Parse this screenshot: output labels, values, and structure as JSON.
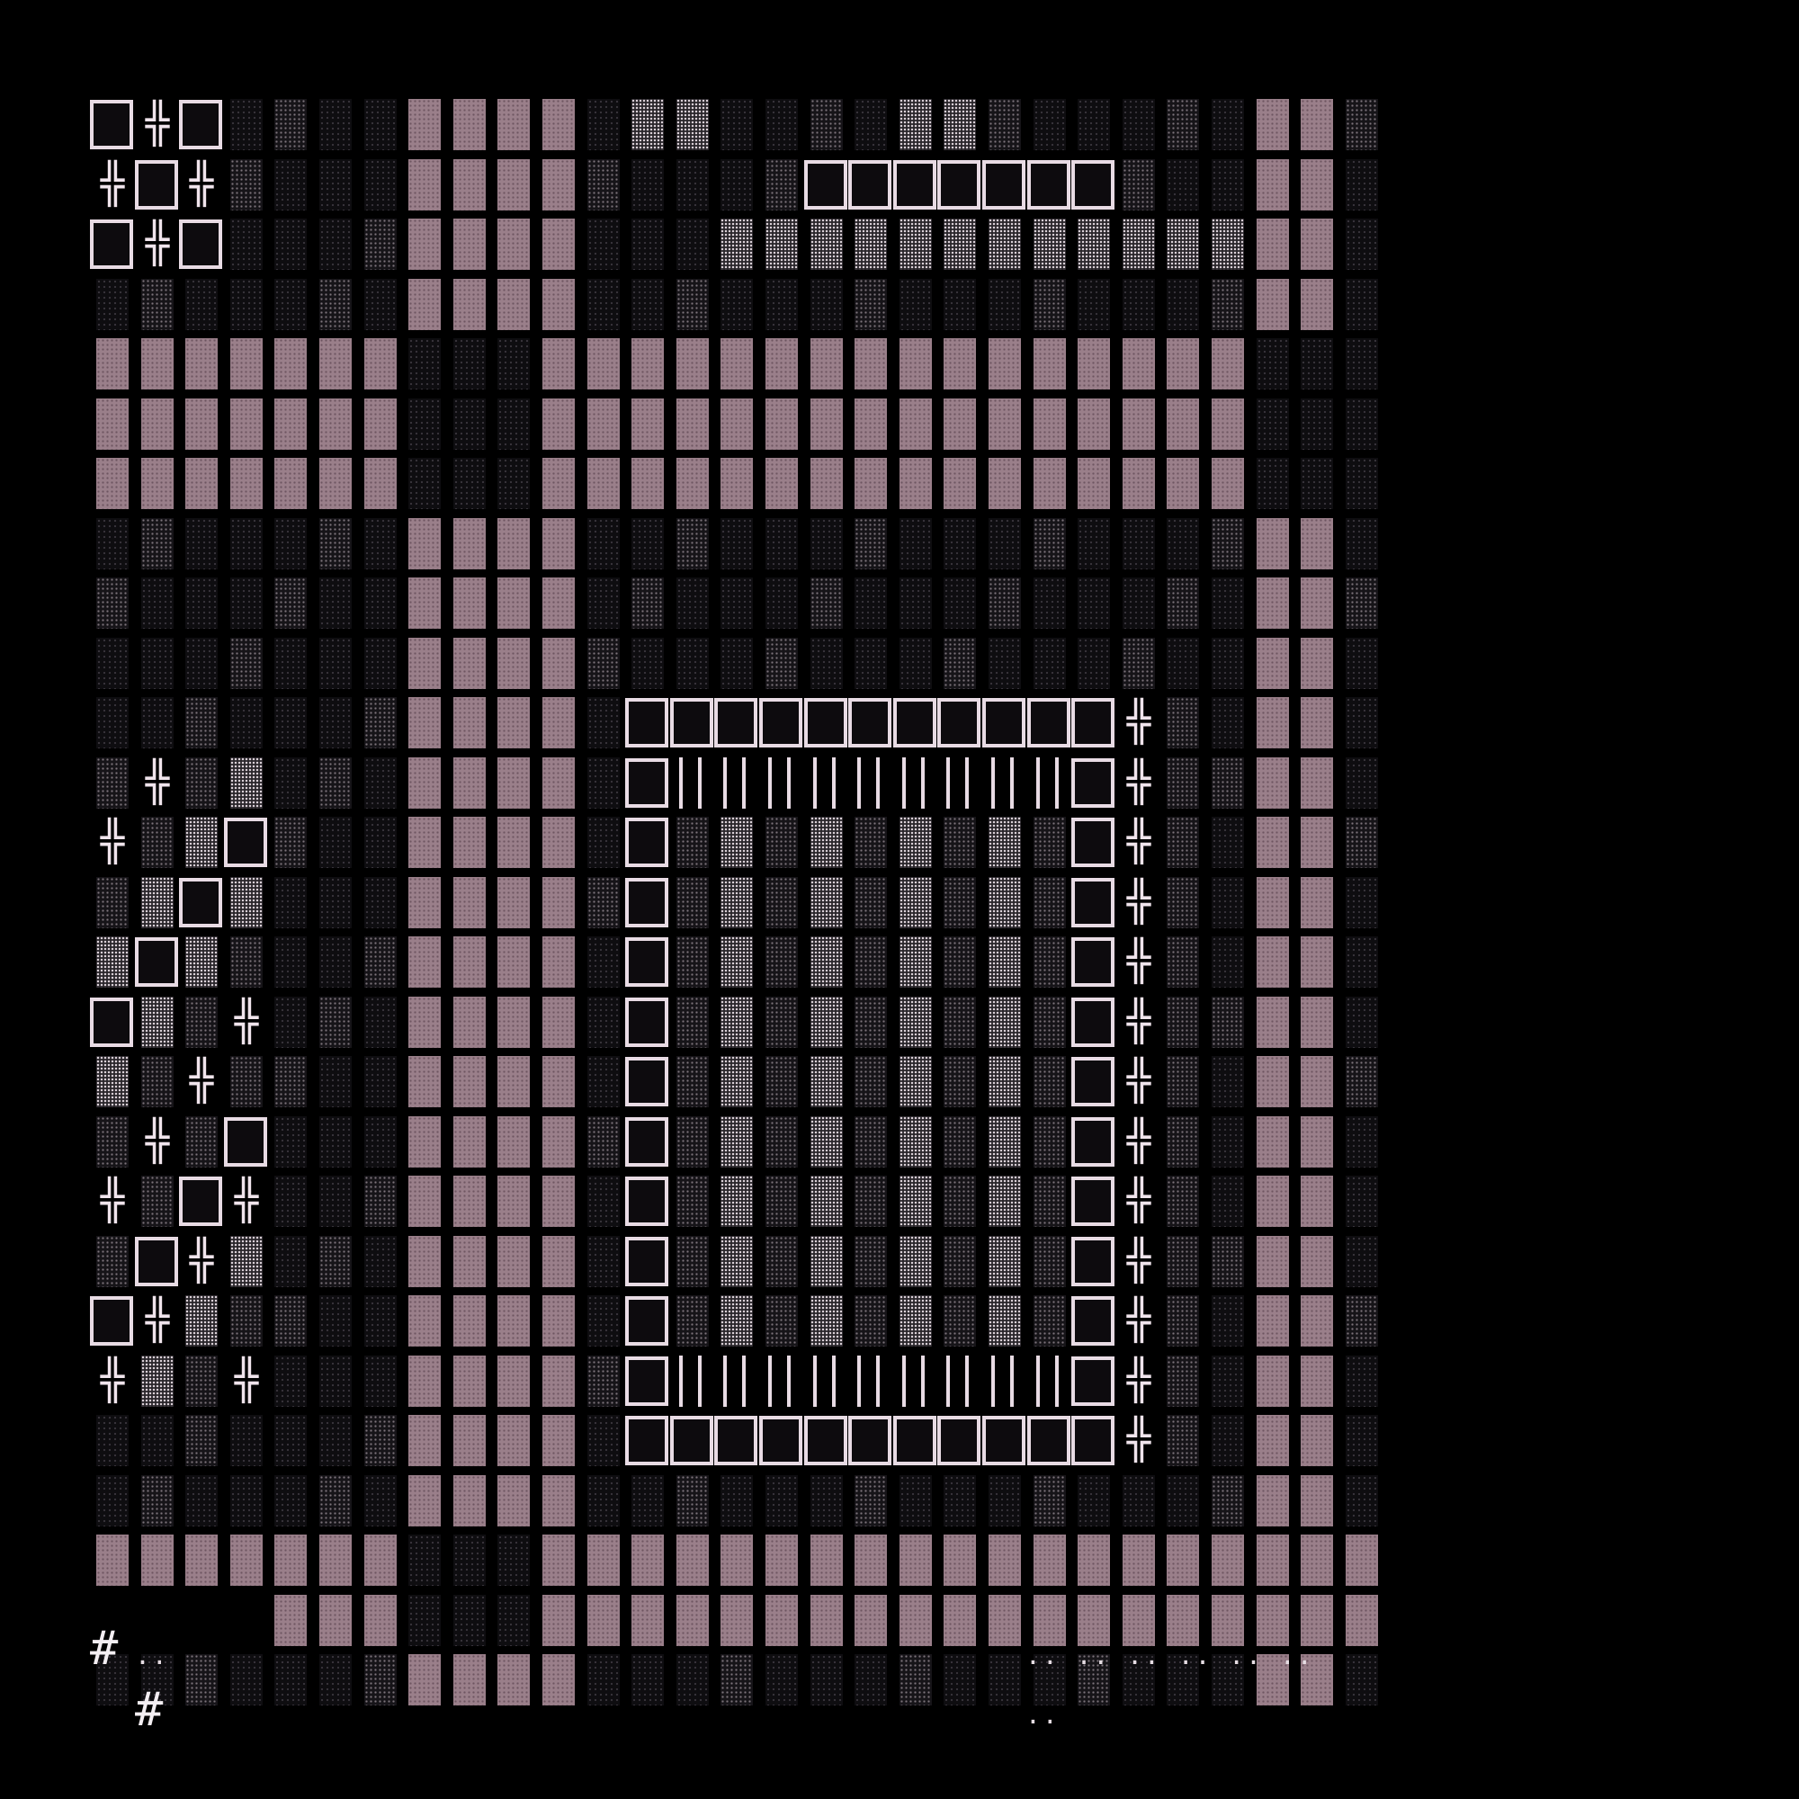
{
  "game": {
    "title": "",
    "tiles": {
      "solid_wall": "solid-wall",
      "light_shade": "light-shade-floor",
      "medium_shade": "medium-shade-floor",
      "dark_shade": "dark-shade-floor",
      "box_wall": "box-wall",
      "cross_junction": "cross-junction-icon",
      "double_bar": "double-bar-wall"
    },
    "colors": {
      "background": "#000000",
      "wall": "#9a7f8a",
      "outline": "#e8dbe4",
      "text": "#f3eef2"
    },
    "glyphs": {
      "cross": "╬",
      "hash_top": "#",
      "hash_bottom": "#",
      "dots_left": "..",
      "dots_mid": ".. .. .. .. .. .. .."
    }
  }
}
